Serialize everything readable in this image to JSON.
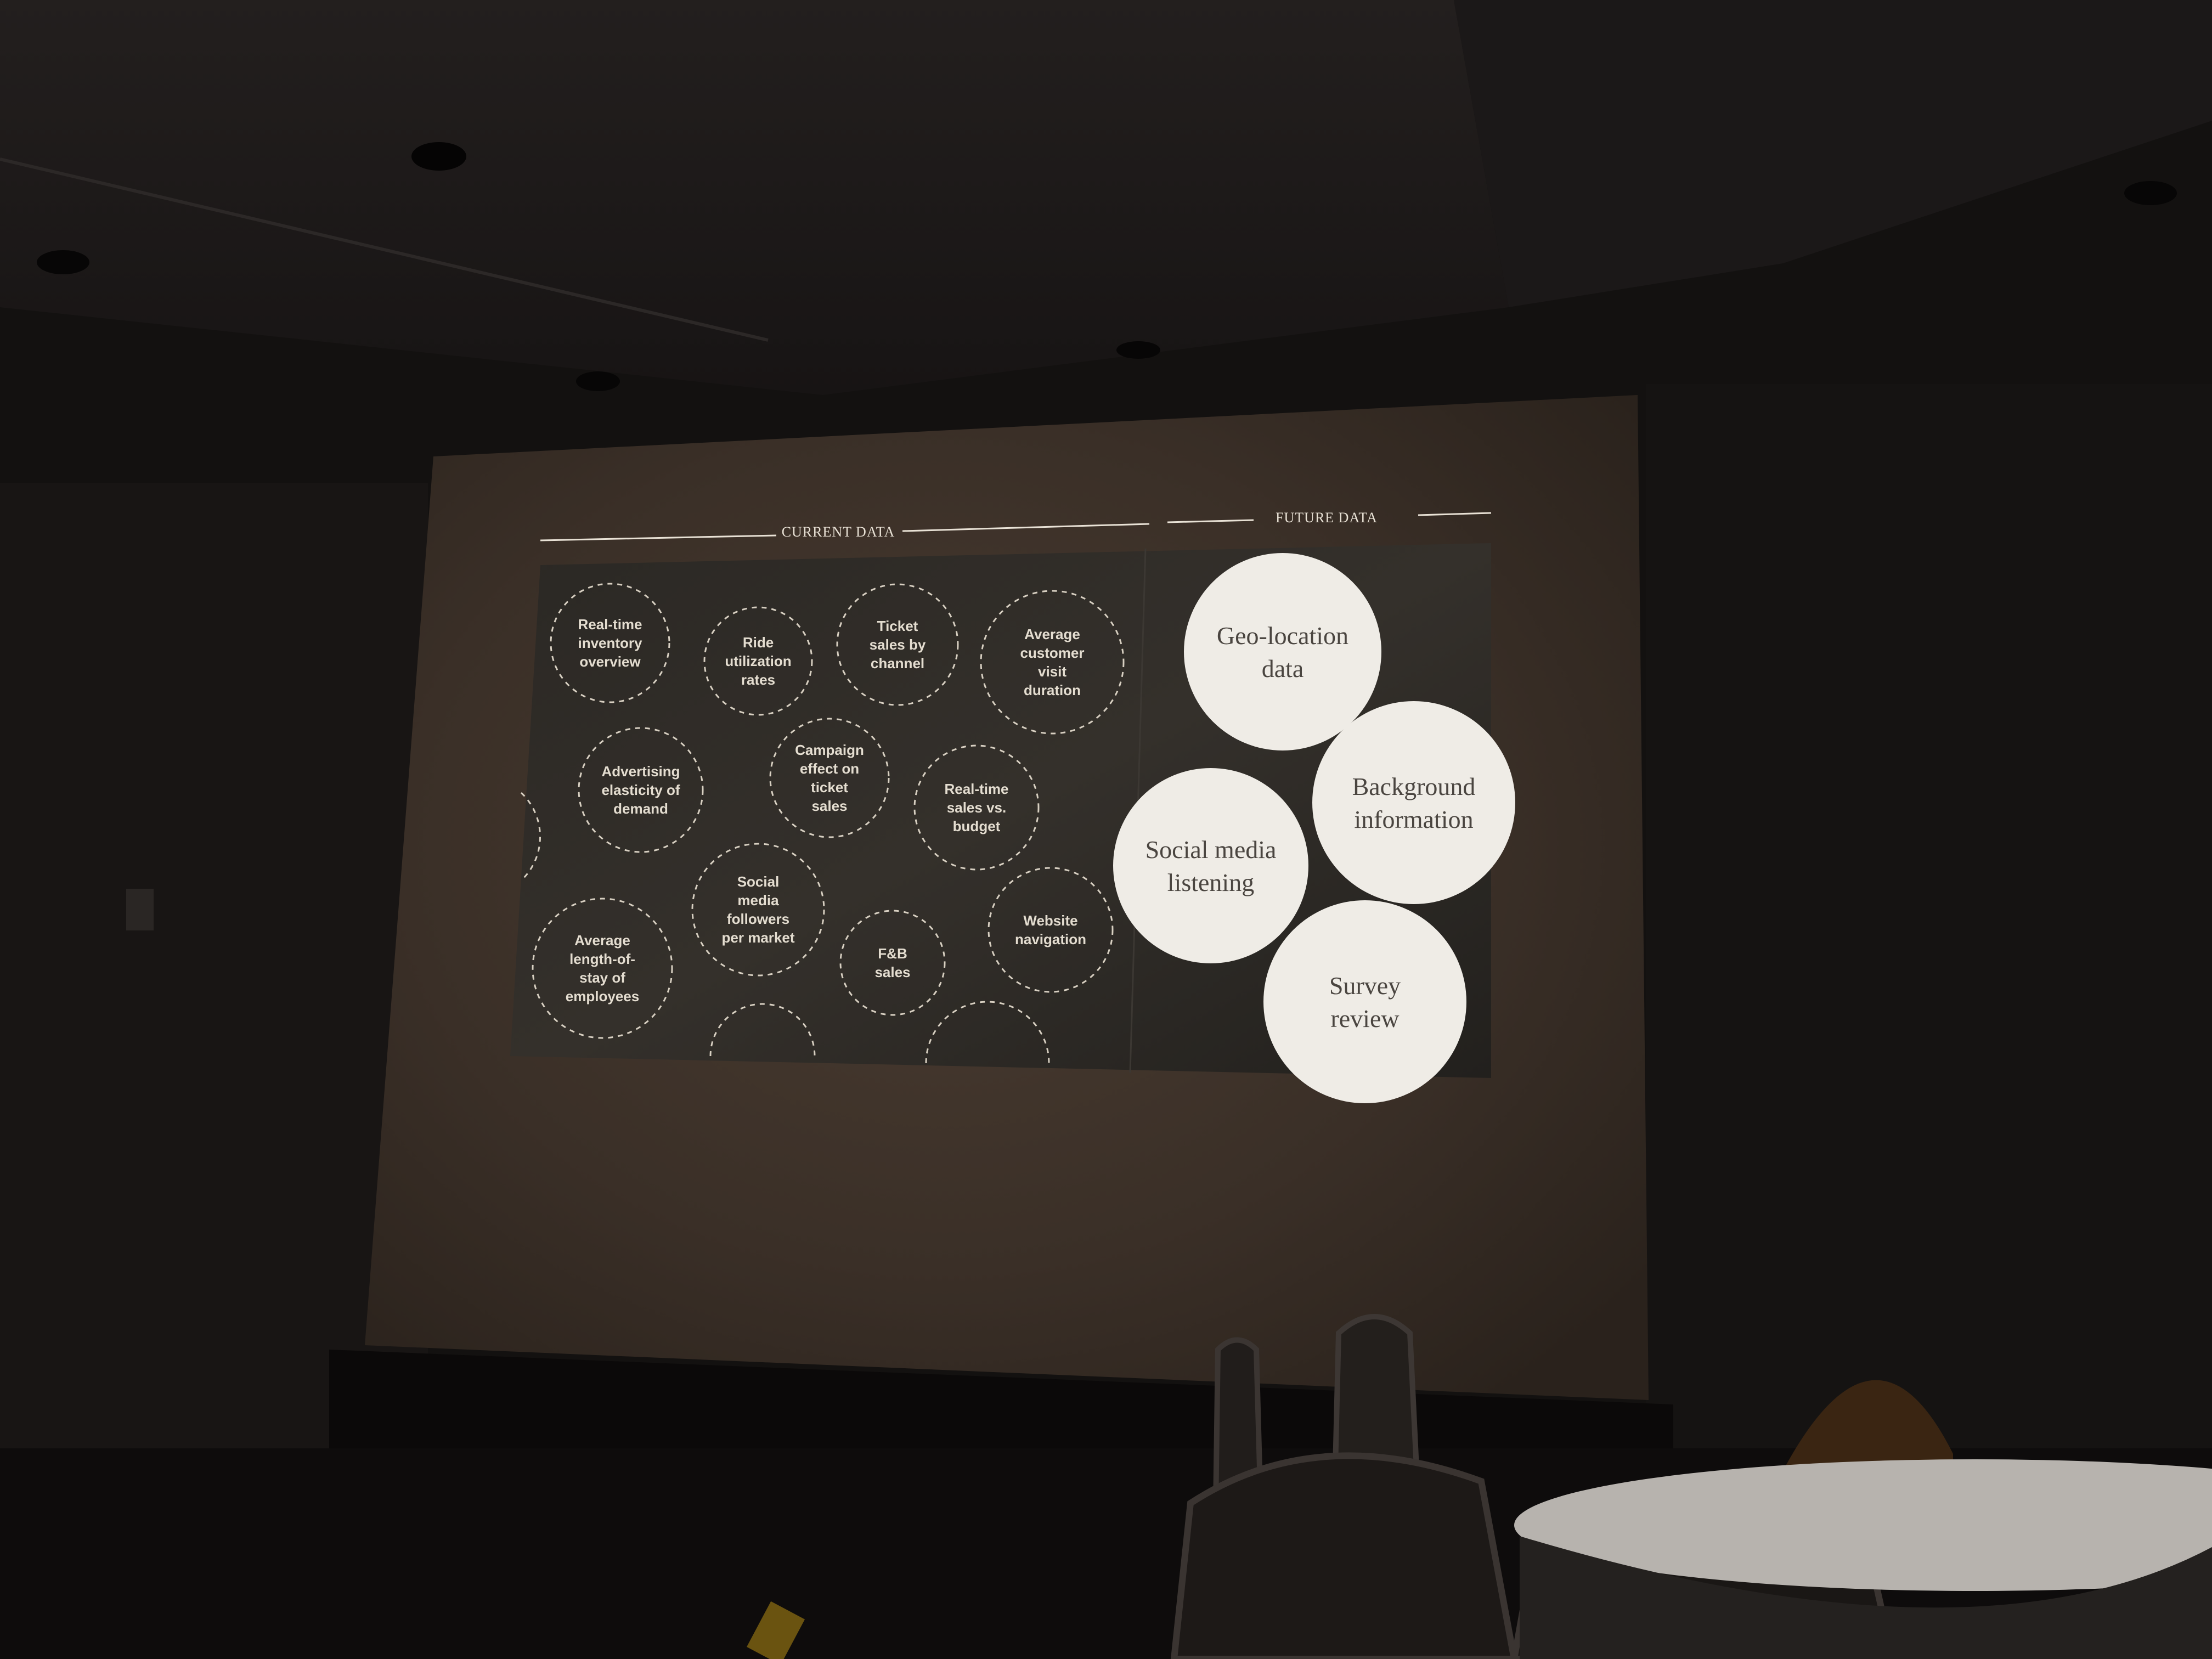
{
  "slide": {
    "current_header": "CURRENT DATA",
    "future_header": "FUTURE DATA",
    "current_items": [
      {
        "lines": [
          "Real-time",
          "inventory",
          "overview"
        ]
      },
      {
        "lines": [
          "Ride",
          "utilization",
          "rates"
        ]
      },
      {
        "lines": [
          "Ticket",
          "sales by",
          "channel"
        ]
      },
      {
        "lines": [
          "Average",
          "customer",
          "visit",
          "duration"
        ]
      },
      {
        "lines": [
          "Advertising",
          "elasticity of",
          "demand"
        ]
      },
      {
        "lines": [
          "Campaign",
          "effect on",
          "ticket",
          "sales"
        ]
      },
      {
        "lines": [
          "Real-time",
          "sales vs.",
          "budget"
        ]
      },
      {
        "lines": [
          "Social",
          "media",
          "followers",
          "per market"
        ]
      },
      {
        "lines": [
          "Website",
          "navigation"
        ]
      },
      {
        "lines": [
          "Average",
          "length-of-",
          "stay of",
          "employees"
        ]
      },
      {
        "lines": [
          "F&B",
          "sales"
        ]
      }
    ],
    "future_items": [
      {
        "lines": [
          "Geo-location",
          "data"
        ]
      },
      {
        "lines": [
          "Background",
          "information"
        ]
      },
      {
        "lines": [
          "Social media",
          "listening"
        ]
      },
      {
        "lines": [
          "Survey",
          "review"
        ]
      }
    ]
  },
  "colors": {
    "room": "#121010",
    "screen": "#3a2f27",
    "panel": "#26231f",
    "future_circle": "#efece6",
    "current_text": "#e4ddd0"
  }
}
